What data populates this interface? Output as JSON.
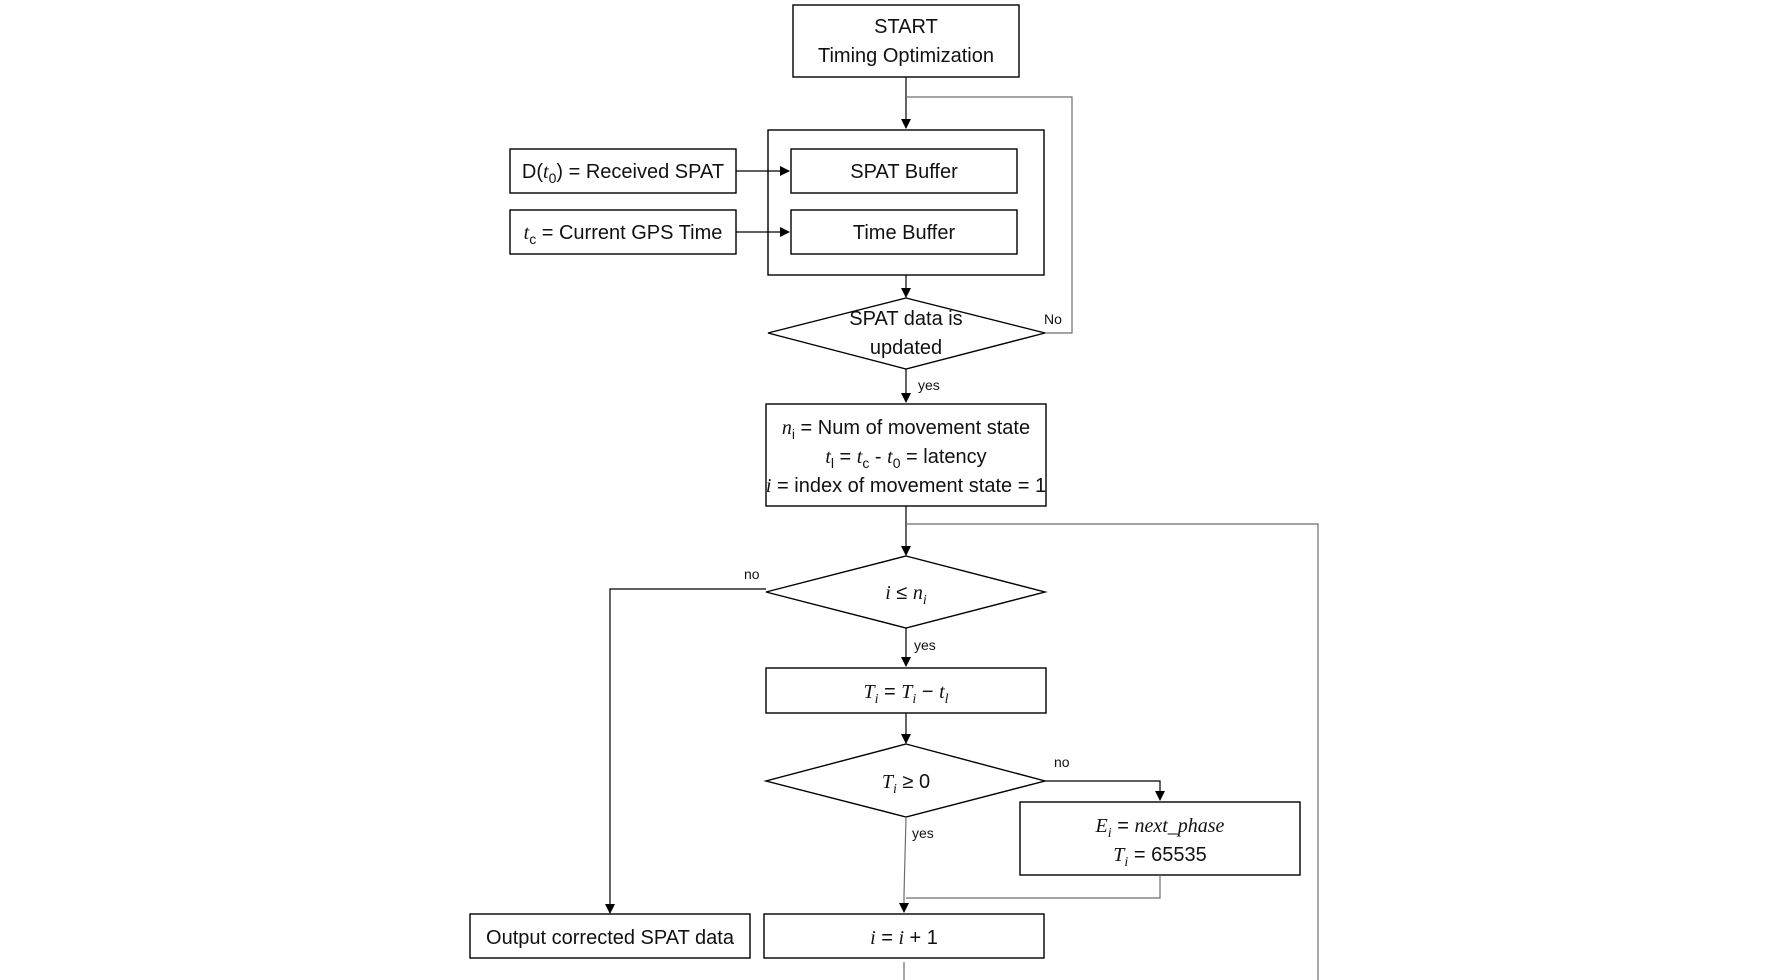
{
  "diagram": {
    "start": {
      "line1": "START",
      "line2": "Timing Optimization"
    },
    "inputs": {
      "spat_in": {
        "symbol": "D(",
        "var": "t",
        "sub": "0",
        "close": ")",
        "rest": " = Received SPAT"
      },
      "gps_in": {
        "var": "t",
        "sub": "c",
        "rest": " = Current GPS Time"
      }
    },
    "buffers": {
      "spat": "SPAT Buffer",
      "time": "Time Buffer"
    },
    "decision_updated": {
      "line1": "SPAT data is",
      "line2": "updated",
      "no_label": "No",
      "yes_label": "yes"
    },
    "init": {
      "line1": {
        "var": "n",
        "sub": "i",
        "rest": " =  Num of movement state"
      },
      "line2": {
        "v1": "t",
        "s1": "l",
        "eq1": " = ",
        "v2": "t",
        "s2": "c",
        "minus": " - ",
        "v3": "t",
        "s3": "0",
        "rest": " = latency"
      },
      "line3": {
        "var": "i",
        "rest": " = index of movement state = 1"
      }
    },
    "decision_loop": {
      "v1": "i",
      "op": " ≤ ",
      "v2": "n",
      "s2": "i",
      "no_label": "no",
      "yes_label": "yes"
    },
    "update_T": {
      "v1": "T",
      "s1": "i",
      "eq": " = ",
      "v2": "T",
      "s2": "i",
      "minus": "  − ",
      "v3": "t",
      "s3": "l"
    },
    "decision_T": {
      "v1": "T",
      "s1": "i",
      "rest": " ≥ 0",
      "no_label": "no",
      "yes_label": "yes"
    },
    "reset": {
      "line1": {
        "v1": "E",
        "s1": "i",
        "eq": " = ",
        "val": "next_phase"
      },
      "line2": {
        "v1": "T",
        "s1": "i",
        "rest": " = 65535"
      }
    },
    "increment": {
      "v1": "i",
      "eq": " = ",
      "v2": "i",
      "rest": " + 1"
    },
    "output": "Output corrected SPAT data"
  }
}
